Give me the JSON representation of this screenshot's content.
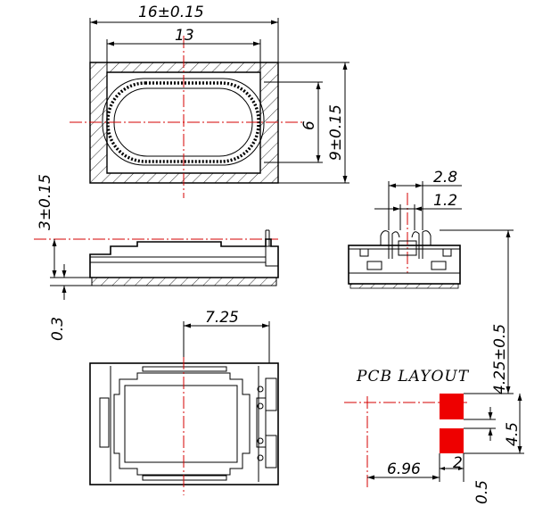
{
  "drawing": {
    "pcb_layout_label": "PCB  LAYOUT",
    "dimensions": {
      "top_width": "16±0.15",
      "top_inner_width": "13",
      "top_inner_height": "6",
      "top_height": "9±0.15",
      "side_height": "3±0.15",
      "side_foam": "0.3",
      "terminal_pitch": "2.8",
      "terminal_width": "1.2",
      "bottom_offset": "7.25",
      "pad_pitch": "4.25±0.5",
      "pad_height": "4.5",
      "pad_gap": "0.5",
      "pad_offset": "6.96",
      "pad_width": "2"
    },
    "colors": {
      "centerline": "#d40000",
      "pad": "#ee0000",
      "ink": "#000000"
    }
  }
}
